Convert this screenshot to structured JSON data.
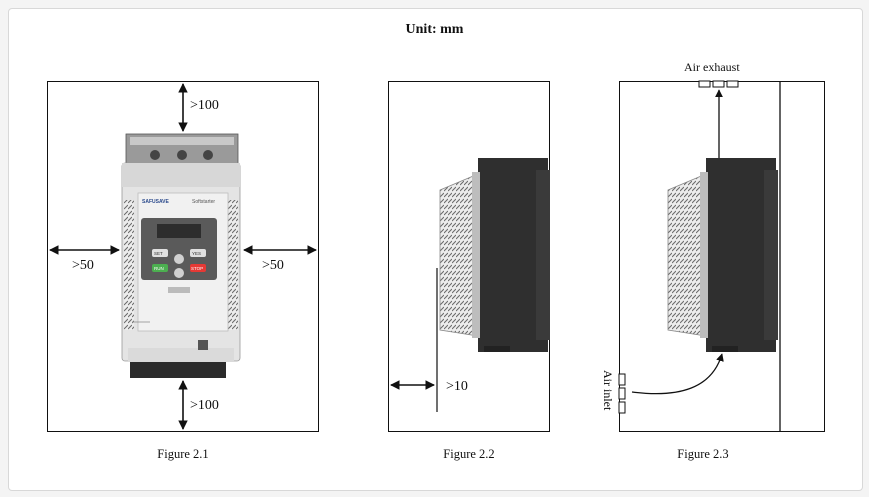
{
  "unit_label": "Unit: mm",
  "figures": [
    {
      "caption": "Figure 2.1",
      "clearances": {
        "top": ">100",
        "bottom": ">100",
        "left": ">50",
        "right": ">50"
      },
      "device": {
        "brand": "SAFUSAVE",
        "model": "Softstarter",
        "keys": [
          "SET",
          "YES",
          "RUN",
          "STOP"
        ]
      }
    },
    {
      "caption": "Figure 2.2",
      "clearances": {
        "back": ">10"
      }
    },
    {
      "caption": "Figure 2.3",
      "air_exhaust": "Air exhaust",
      "air_inlet": "Air inlet"
    }
  ],
  "colors": {
    "line": "#111111",
    "device_body": "#e6e6e6",
    "device_dark": "#3a3a3a",
    "run_key": "#4caf50",
    "stop_key": "#e53935"
  }
}
